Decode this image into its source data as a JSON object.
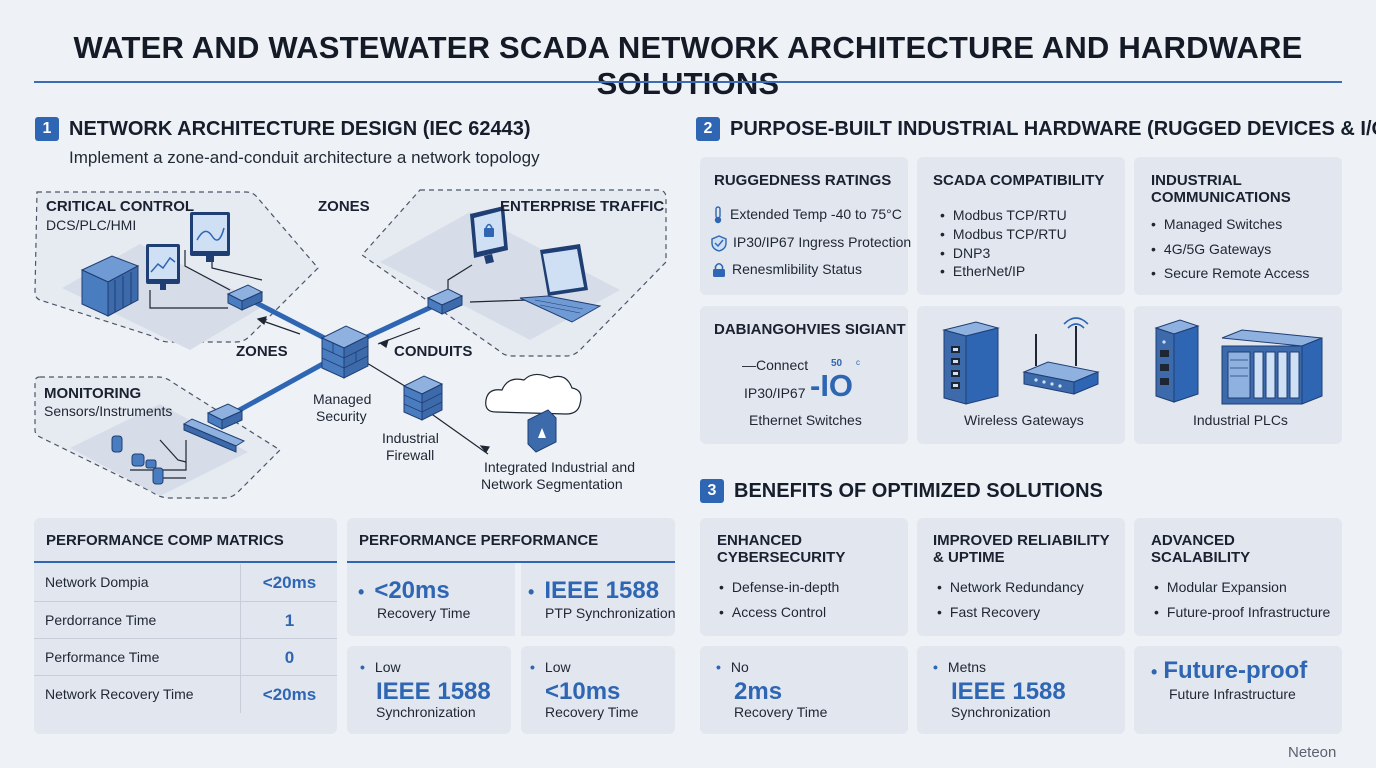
{
  "title": "WATER AND WASTEWATER SCADA NETWORK ARCHITECTURE AND HARDWARE SOLUTIONS",
  "section1": {
    "number": "1",
    "title": "NETWORK ARCHITECTURE DESIGN (IEC 62443)",
    "subtitle": "Implement a zone-and-conduit architecture a network topology",
    "diagram": {
      "critical_control_title": "CRITICAL CONTROL",
      "critical_control_sub": "DCS/PLC/HMI",
      "zones_top": "ZONES",
      "enterprise_traffic": "ENTERPRISE TRAFFIC",
      "zones_mid": "ZONES",
      "conduits": "CONDUITS",
      "monitoring_title": "MONITORING",
      "monitoring_sub": "Sensors/Instruments",
      "managed_security_1": "Managed",
      "managed_security_2": "Security",
      "industrial_firewall_1": "Industrial",
      "industrial_firewall_2": "Firewall",
      "segmentation_1": "Integrated Industrial and",
      "segmentation_2": "Network Segmentation"
    }
  },
  "perf_table": {
    "header": "PERFORMANCE COMP MATRICS",
    "rows": [
      {
        "label": "Network Dompia",
        "value": "<20ms"
      },
      {
        "label": "Perdorrance Time",
        "value": "1"
      },
      {
        "label": "Performance Time",
        "value": "0"
      },
      {
        "label": "Network Recovery Time",
        "value": "<20ms"
      }
    ]
  },
  "perf_performance": {
    "header": "PERFORMANCE PERFORMANCE",
    "tiles": [
      {
        "big": "<20ms",
        "sub": "Recovery Time"
      },
      {
        "big": "IEEE 1588",
        "sub": "PTP Synchronization"
      }
    ],
    "tiles_bottom": [
      {
        "small": "Low",
        "big": "IEEE 1588",
        "sub": "Synchronization"
      },
      {
        "small": "Low",
        "big": "<10ms",
        "sub": "Recovery Time"
      }
    ]
  },
  "section2": {
    "number": "2",
    "title": "PURPOSE-BUILT INDUSTRIAL HARDWARE (RUGGED DEVICES & I/O)",
    "ruggedness": {
      "title": "RUGGEDNESS RATINGS",
      "items": [
        "Extended Temp -40 to 75°C",
        "IP30/IP67 Ingress Protection",
        "Renesmlibility Status"
      ],
      "icons": [
        "thermometer-icon",
        "shield-icon",
        "lock-icon"
      ]
    },
    "scada": {
      "title": "SCADA COMPATIBILITY",
      "items": [
        "Modbus TCP/RTU",
        "Modbus TCP/RTU",
        "DNP3",
        "EtherNet/IP"
      ]
    },
    "comms": {
      "title_1": "INDUSTRIAL",
      "title_2": "COMMUNICATIONS",
      "items": [
        "Managed Switches",
        "4G/5G Gateways",
        "Secure Remote Access"
      ]
    },
    "switch_card": {
      "title": "DABIANGOHVIES SIGIANT",
      "connect": "—Connect",
      "ip": "IP30/IP67",
      "tiny_50": "50",
      "tiny_c": "c",
      "big": "-IO",
      "caption": "Ethernet Switches"
    },
    "gateways_caption": "Wireless Gateways",
    "plc_caption": "Industrial PLCs"
  },
  "section3": {
    "number": "3",
    "title": "BENEFITS OF OPTIMIZED SOLUTIONS",
    "cards": [
      {
        "title_1": "ENHANCED",
        "title_2": "CYBERSECURITY",
        "items": [
          "Defense-in-depth",
          "Access Control"
        ]
      },
      {
        "title_1": "IMPROVED RELIABILITY",
        "title_2": "& UPTIME",
        "items": [
          "Network Redundancy",
          "Fast Recovery"
        ]
      },
      {
        "title_1": "ADVANCED",
        "title_2": "SCALABILITY",
        "items": [
          "Modular Expansion",
          "Future-proof Infrastructure"
        ]
      }
    ],
    "tiles": [
      {
        "small": "No",
        "big": "2ms",
        "sub": "Recovery Time"
      },
      {
        "small": "Metns",
        "big": "IEEE 1588",
        "sub": "Synchronization"
      },
      {
        "big": "Future-proof",
        "sub": "Future Infrastructure"
      }
    ]
  },
  "footer": "Neteon",
  "colors": {
    "accent": "#2f66b3",
    "card": "#e2e7ef",
    "background": "#eef2f7"
  }
}
